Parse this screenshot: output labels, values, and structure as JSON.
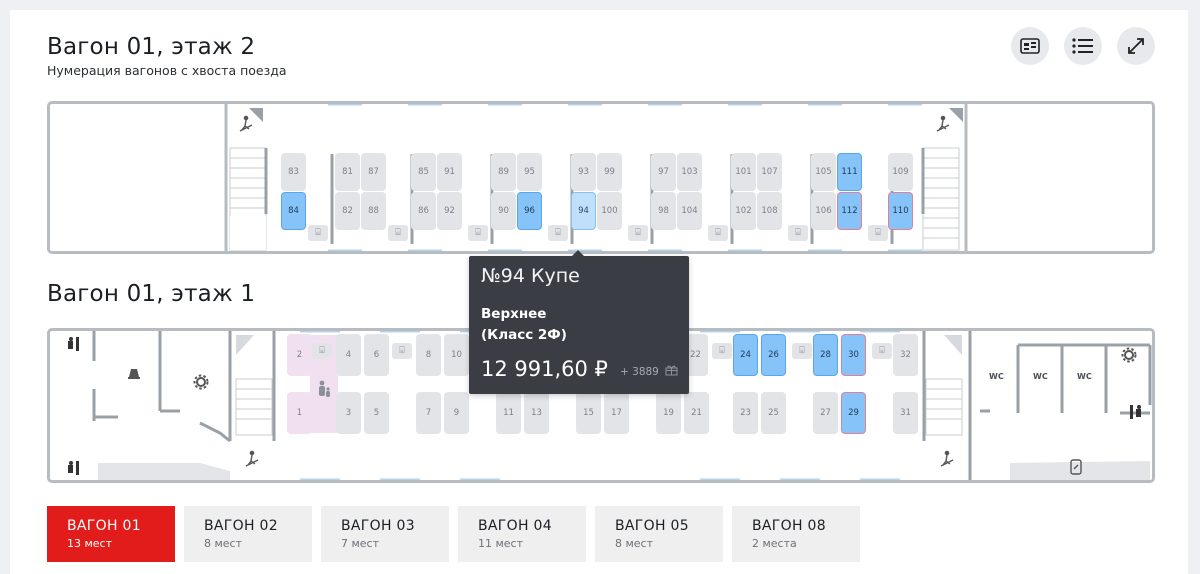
{
  "upper": {
    "title": "Вагон 01, этаж 2",
    "subtitle": "Нумерация вагонов с хвоста поезда"
  },
  "lower": {
    "title": "Вагон 01, этаж 1"
  },
  "toolbar": [
    {
      "name": "layout-view-icon",
      "label": "layout view"
    },
    {
      "name": "list-view-icon",
      "label": "list view"
    },
    {
      "name": "fullscreen-icon",
      "label": "fullscreen"
    }
  ],
  "wc_label": "WC",
  "colors": {
    "accent": "#e21b1b",
    "seat_available": "#86c3f8",
    "seat_occupied": "#e2e4e8",
    "tooltip_bg": "#3a3e44"
  },
  "upper_seats": [
    {
      "n": "83",
      "top": false,
      "st": "occ"
    },
    {
      "n": "84",
      "top": true,
      "st": "avail"
    },
    {
      "n": "81",
      "top": false,
      "st": "occ"
    },
    {
      "n": "87",
      "top": false,
      "st": "occ"
    },
    {
      "n": "82",
      "top": true,
      "st": "occ"
    },
    {
      "n": "88",
      "top": true,
      "st": "occ"
    },
    {
      "n": "85",
      "top": false,
      "st": "occ"
    },
    {
      "n": "91",
      "top": false,
      "st": "occ"
    },
    {
      "n": "86",
      "top": true,
      "st": "occ"
    },
    {
      "n": "92",
      "top": true,
      "st": "occ"
    },
    {
      "n": "89",
      "top": false,
      "st": "occ"
    },
    {
      "n": "95",
      "top": false,
      "st": "occ"
    },
    {
      "n": "90",
      "top": true,
      "st": "occ"
    },
    {
      "n": "96",
      "top": true,
      "st": "avail"
    },
    {
      "n": "93",
      "top": false,
      "st": "occ"
    },
    {
      "n": "99",
      "top": false,
      "st": "occ"
    },
    {
      "n": "94",
      "top": true,
      "st": "sel"
    },
    {
      "n": "100",
      "top": true,
      "st": "occ"
    },
    {
      "n": "97",
      "top": false,
      "st": "occ"
    },
    {
      "n": "103",
      "top": false,
      "st": "occ"
    },
    {
      "n": "98",
      "top": true,
      "st": "occ"
    },
    {
      "n": "104",
      "top": true,
      "st": "occ"
    },
    {
      "n": "101",
      "top": false,
      "st": "occ"
    },
    {
      "n": "107",
      "top": false,
      "st": "occ"
    },
    {
      "n": "102",
      "top": true,
      "st": "occ"
    },
    {
      "n": "108",
      "top": true,
      "st": "occ"
    },
    {
      "n": "105",
      "top": false,
      "st": "occ"
    },
    {
      "n": "111",
      "top": false,
      "st": "avail"
    },
    {
      "n": "106",
      "top": true,
      "st": "occ"
    },
    {
      "n": "112",
      "top": true,
      "st": "avail"
    },
    {
      "n": "109",
      "top": false,
      "st": "occ"
    },
    {
      "n": "110",
      "top": true,
      "st": "avail"
    }
  ],
  "lower_seats": [
    {
      "n": "2",
      "top": false,
      "st": "occ"
    },
    {
      "n": "1",
      "top": true,
      "st": "occ"
    },
    {
      "n": "4",
      "top": false,
      "st": "occ"
    },
    {
      "n": "6",
      "top": false,
      "st": "occ"
    },
    {
      "n": "3",
      "top": true,
      "st": "occ"
    },
    {
      "n": "5",
      "top": true,
      "st": "occ"
    },
    {
      "n": "8",
      "top": false,
      "st": "occ"
    },
    {
      "n": "10",
      "top": false,
      "st": "occ"
    },
    {
      "n": "7",
      "top": true,
      "st": "occ"
    },
    {
      "n": "9",
      "top": true,
      "st": "occ"
    },
    {
      "n": "11",
      "top": true,
      "st": "occ"
    },
    {
      "n": "13",
      "top": true,
      "st": "occ"
    },
    {
      "n": "15",
      "top": true,
      "st": "occ"
    },
    {
      "n": "17",
      "top": true,
      "st": "occ"
    },
    {
      "n": "22",
      "top": false,
      "st": "occ"
    },
    {
      "n": "19",
      "top": true,
      "st": "occ"
    },
    {
      "n": "21",
      "top": true,
      "st": "occ"
    },
    {
      "n": "24",
      "top": false,
      "st": "avail"
    },
    {
      "n": "26",
      "top": false,
      "st": "avail"
    },
    {
      "n": "23",
      "top": true,
      "st": "occ"
    },
    {
      "n": "25",
      "top": true,
      "st": "occ"
    },
    {
      "n": "28",
      "top": false,
      "st": "avail"
    },
    {
      "n": "30",
      "top": false,
      "st": "avail"
    },
    {
      "n": "27",
      "top": true,
      "st": "occ"
    },
    {
      "n": "29",
      "top": true,
      "st": "avail"
    },
    {
      "n": "32",
      "top": false,
      "st": "occ"
    },
    {
      "n": "31",
      "top": true,
      "st": "occ"
    }
  ],
  "tooltip": {
    "title": "№94 Купе",
    "line1": "Верхнее",
    "line2": "(Класс 2Ф)",
    "price": "12 991,60 ₽",
    "bonus": "+ 3889"
  },
  "tabs": [
    {
      "name": "ВАГОН 01",
      "count": "13 мест",
      "active": true
    },
    {
      "name": "ВАГОН 02",
      "count": "8 мест",
      "active": false
    },
    {
      "name": "ВАГОН 03",
      "count": "7 мест",
      "active": false
    },
    {
      "name": "ВАГОН 04",
      "count": "11 мест",
      "active": false
    },
    {
      "name": "ВАГОН 05",
      "count": "8 мест",
      "active": false
    },
    {
      "name": "ВАГОН 08",
      "count": "2 места",
      "active": false
    }
  ]
}
